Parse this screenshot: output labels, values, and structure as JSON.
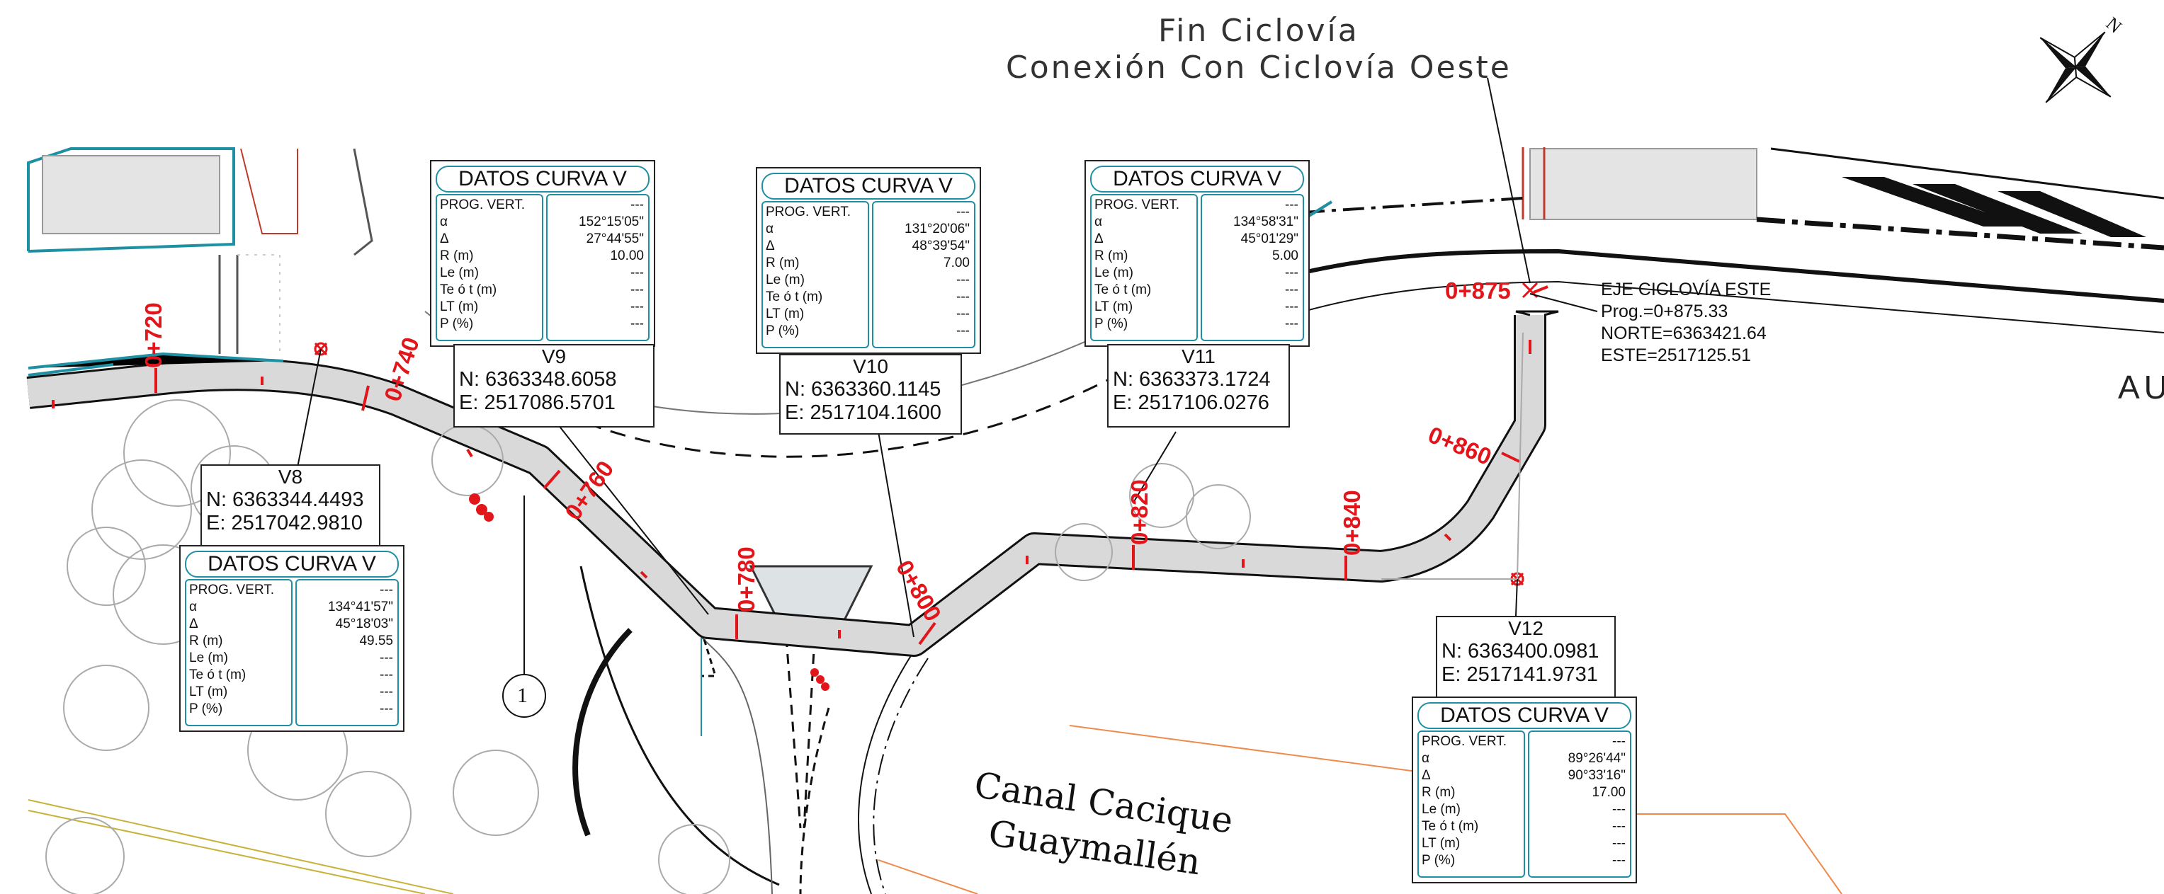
{
  "header": {
    "line1": "Fin Ciclovía",
    "line2": "Conexión Con Ciclovía Oeste"
  },
  "axis_label": {
    "title": "EJE CICLOVÍA ESTE",
    "prog": "Prog.=0+875.33",
    "norte": "NORTE=6363421.64",
    "este": "ESTE=2517125.51"
  },
  "canal_label": {
    "line1": "Canal Cacique",
    "line2": "Guaymallén"
  },
  "partial_label": "AU",
  "detail_marker": "1",
  "stations": {
    "s720": "0+720",
    "s740": "0+740",
    "s760": "0+760",
    "s780": "0+780",
    "s800": "0+800",
    "s820": "0+820",
    "s840": "0+840",
    "s860": "0+860",
    "s875": "0+875"
  },
  "table_labels": [
    "PROG. VERT.",
    "α",
    "Δ",
    "R (m)",
    "Le (m)",
    "Te ó t (m)",
    "LT (m)",
    "P (%)"
  ],
  "curves": [
    {
      "title": "DATOS CURVA V",
      "values": [
        "---",
        "152°15'05\"",
        "27°44'55\"",
        "10.00",
        "---",
        "---",
        "---",
        "---"
      ]
    },
    {
      "title": "DATOS CURVA V",
      "values": [
        "---",
        "131°20'06\"",
        "48°39'54\"",
        "7.00",
        "---",
        "---",
        "---",
        "---"
      ]
    },
    {
      "title": "DATOS CURVA V",
      "values": [
        "---",
        "134°58'31\"",
        "45°01'29\"",
        "5.00",
        "---",
        "---",
        "---",
        "---"
      ]
    },
    {
      "title": "DATOS CURVA V",
      "values": [
        "---",
        "134°41'57\"",
        "45°18'03\"",
        "49.55",
        "---",
        "---",
        "---",
        "---"
      ]
    },
    {
      "title": "DATOS CURVA V",
      "values": [
        "---",
        "89°26'44\"",
        "90°33'16\"",
        "17.00",
        "---",
        "---",
        "---",
        "---"
      ]
    }
  ],
  "vertices": [
    {
      "name": "V9",
      "n": "N: 6363348.6058",
      "e": "E: 2517086.5701"
    },
    {
      "name": "V10",
      "n": "N: 6363360.1145",
      "e": "E: 2517104.1600"
    },
    {
      "name": "V11",
      "n": "N: 6363373.1724",
      "e": "E: 2517106.0276"
    },
    {
      "name": "V8",
      "n": "N: 6363344.4493",
      "e": "E: 2517042.9810"
    },
    {
      "name": "V12",
      "n": "N: 6363400.0981",
      "e": "E: 2517141.9731"
    }
  ],
  "colors": {
    "station_red": "#e2151b",
    "table_cyan": "#1f8fa3",
    "path_fill": "#d9d9d9",
    "orange_line": "#f08a4b",
    "yellow_line": "#c8b23a"
  }
}
